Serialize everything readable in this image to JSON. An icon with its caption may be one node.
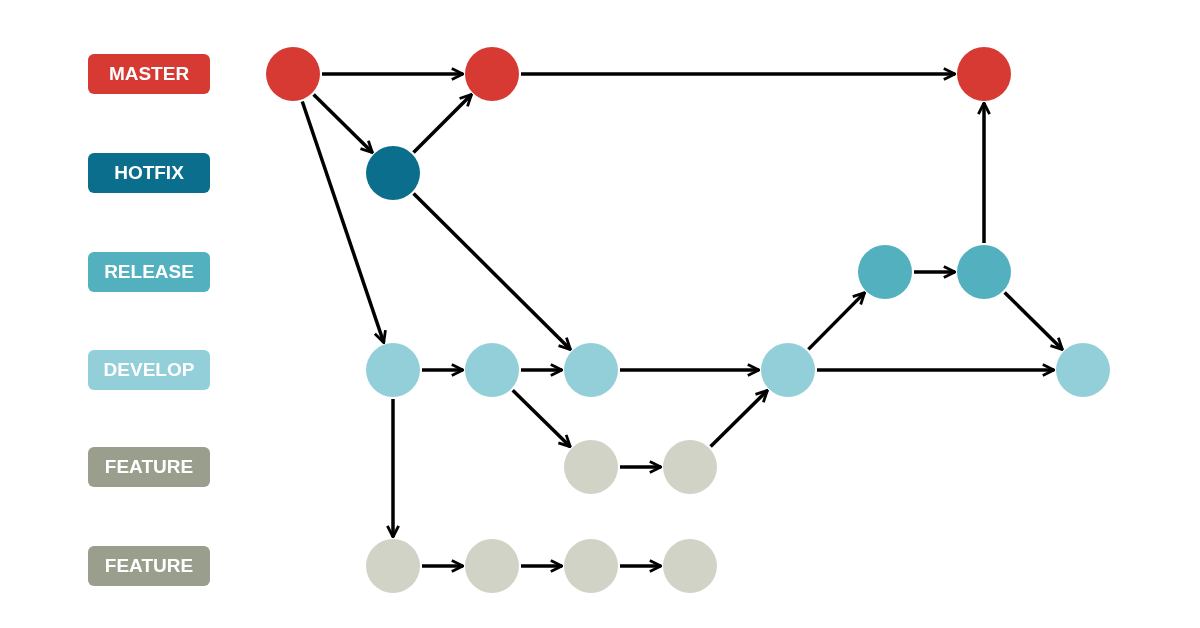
{
  "diagram": {
    "nodes": [
      {
        "text": [
          "MASTER"
        ]
      },
      {
        "text": [
          "HOTFIX"
        ]
      },
      {
        "text": [
          "RELEASE"
        ]
      },
      {
        "text": [
          "DEVELOP"
        ]
      },
      {
        "text": [
          "FEATURE"
        ]
      },
      {
        "text": [
          "FEATURE"
        ]
      },
      {
        "text": [],
        "shape": "circle"
      },
      {
        "text": [],
        "shape": "circle"
      },
      {
        "text": [],
        "shape": "circle"
      },
      {
        "text": [],
        "shape": "circle"
      },
      {
        "text": [],
        "shape": "circle"
      },
      {
        "text": [],
        "shape": "circle"
      },
      {
        "text": [],
        "shape": "circle"
      },
      {
        "text": [],
        "shape": "circle"
      },
      {
        "text": [],
        "shape": "circle"
      },
      {
        "text": [],
        "shape": "circle"
      },
      {
        "text": [],
        "shape": "circle"
      },
      {
        "text": [],
        "shape": "circle"
      },
      {
        "text": [],
        "shape": "circle"
      },
      {
        "text": [],
        "shape": "circle"
      },
      {
        "text": [],
        "shape": "circle"
      },
      {
        "text": [],
        "shape": "circle"
      },
      {
        "text": [],
        "shape": "circle"
      }
    ],
    "edges": [
      {
        "from": 6,
        "to": 7,
        "arrow": "to"
      },
      {
        "from": 6,
        "to": 9,
        "arrow": "to"
      },
      {
        "from": 6,
        "to": 12,
        "arrow": "to"
      },
      {
        "from": 9,
        "to": 7,
        "arrow": "to"
      },
      {
        "from": 9,
        "to": 14,
        "arrow": "to"
      },
      {
        "from": 7,
        "to": 8,
        "arrow": "to"
      },
      {
        "from": 12,
        "to": 13,
        "arrow": "to"
      },
      {
        "from": 13,
        "to": 14,
        "arrow": "to"
      },
      {
        "from": 14,
        "to": 15,
        "arrow": "to"
      },
      {
        "from": 13,
        "to": 17,
        "arrow": "to"
      },
      {
        "from": 17,
        "to": 18,
        "arrow": "to"
      },
      {
        "from": 18,
        "to": 15,
        "arrow": "to"
      },
      {
        "from": 15,
        "to": 10,
        "arrow": "to"
      },
      {
        "from": 10,
        "to": 11,
        "arrow": "to"
      },
      {
        "from": 11,
        "to": 8,
        "arrow": "to"
      },
      {
        "from": 11,
        "to": 16,
        "arrow": "to"
      },
      {
        "from": 15,
        "to": 16,
        "arrow": "to"
      },
      {
        "from": 12,
        "to": 19,
        "arrow": "to"
      },
      {
        "from": 19,
        "to": 20,
        "arrow": "to"
      },
      {
        "from": 20,
        "to": 21,
        "arrow": "to"
      },
      {
        "from": 21,
        "to": 22,
        "arrow": "to"
      }
    ]
  }
}
